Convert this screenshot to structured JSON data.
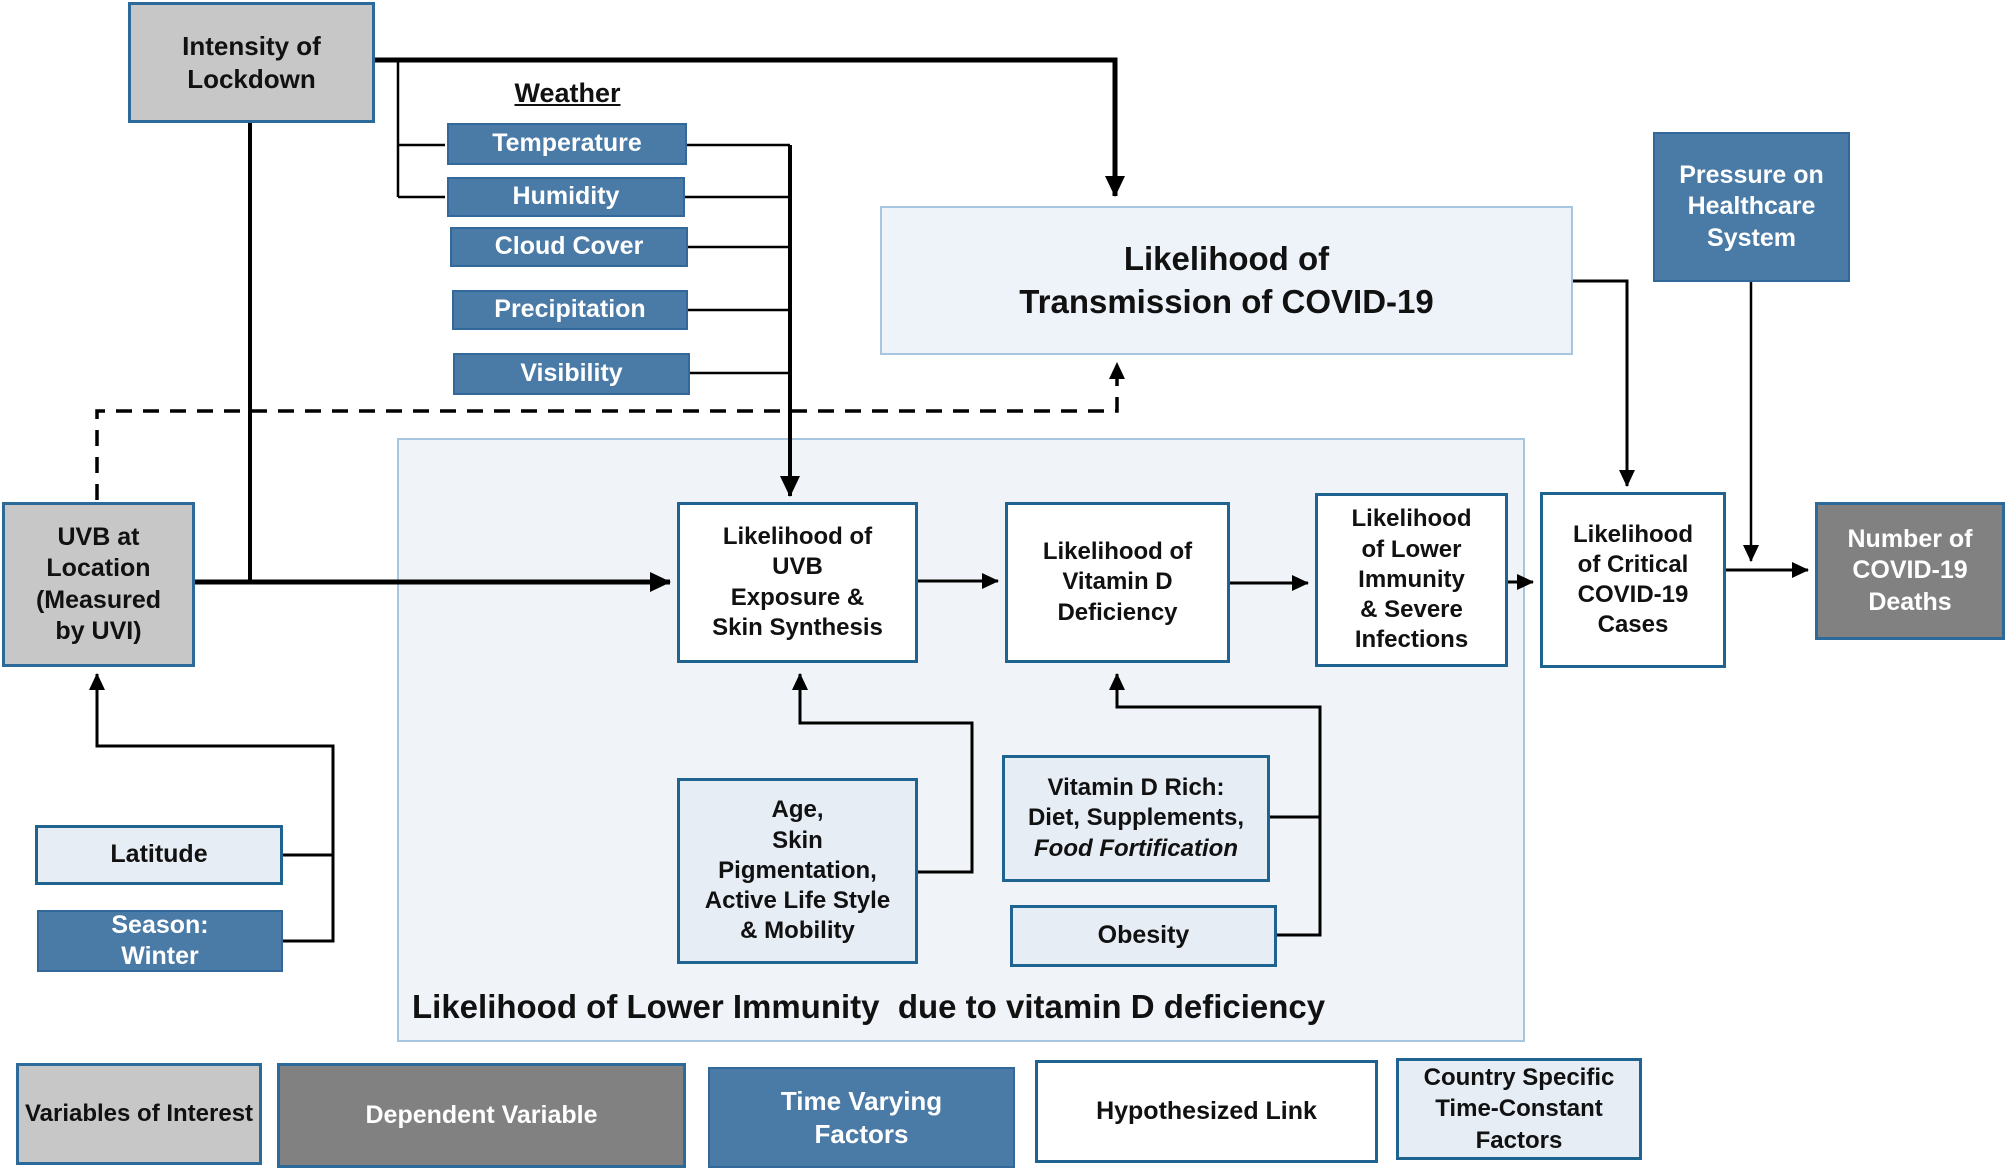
{
  "figure": {
    "type": "causal-path-diagram",
    "topic": "UVB exposure, vitamin D deficiency and COVID-19 outcomes"
  },
  "colors": {
    "steel_blue": "#4a7aa6",
    "light_gray": "#c7c7c7",
    "dark_gray": "#818181",
    "light_blue_fill": "#e6edf5",
    "panel_fill": "#f0f4f9",
    "panel_border": "#a9c6e0",
    "box_border_blue": "#1f6391",
    "line_black": "#000000"
  },
  "nodes": {
    "intensity": {
      "label": "Intensity of\nLockdown"
    },
    "transmission": {
      "label": "Likelihood of\nTransmission of COVID-19"
    },
    "pressure": {
      "label": "Pressure on\nHealthcare\nSystem"
    },
    "uvb_location": {
      "label": "UVB at\nLocation\n(Measured\nby UVI)"
    },
    "latitude": {
      "label": "Latitude"
    },
    "season": {
      "label": "Season:\nWinter"
    },
    "uvb_exposure": {
      "label": "Likelihood of\nUVB\nExposure &\nSkin Synthesis"
    },
    "vitd_deficiency": {
      "label": "Likelihood of\nVitamin D\nDeficiency"
    },
    "lower_immunity": {
      "label": "Likelihood\nof Lower\nImmunity\n& Severe\nInfections"
    },
    "critical_cases": {
      "label": "Likelihood\nof Critical\nCOVID-19\nCases"
    },
    "deaths": {
      "label": "Number of\nCOVID-19\nDeaths"
    },
    "age_factors": {
      "label": "Age,\nSkin\nPigmentation,\nActive Life Style\n& Mobility"
    },
    "vitd_rich": {
      "line1": "Vitamin D Rich:\nDiet, Supplements,",
      "line2": "Food Fortification"
    },
    "obesity": {
      "label": "Obesity"
    }
  },
  "weather": {
    "title": "Weather",
    "items": [
      "Temperature",
      "Humidity",
      "Cloud Cover",
      "Precipitation",
      "Visibility"
    ]
  },
  "panel": {
    "title": "Likelihood of Lower Immunity  due to vitamin D deficiency"
  },
  "legend": {
    "items": [
      {
        "label": "Variables of Interest",
        "meaning": "gray box"
      },
      {
        "label": "Dependent Variable",
        "meaning": "dark gray box"
      },
      {
        "label": "Time Varying\nFactors",
        "meaning": "blue box"
      },
      {
        "label": "Hypothesized Link",
        "meaning": "white box"
      },
      {
        "label": "Country Specific\nTime-Constant\nFactors",
        "meaning": "light blue box"
      }
    ]
  }
}
